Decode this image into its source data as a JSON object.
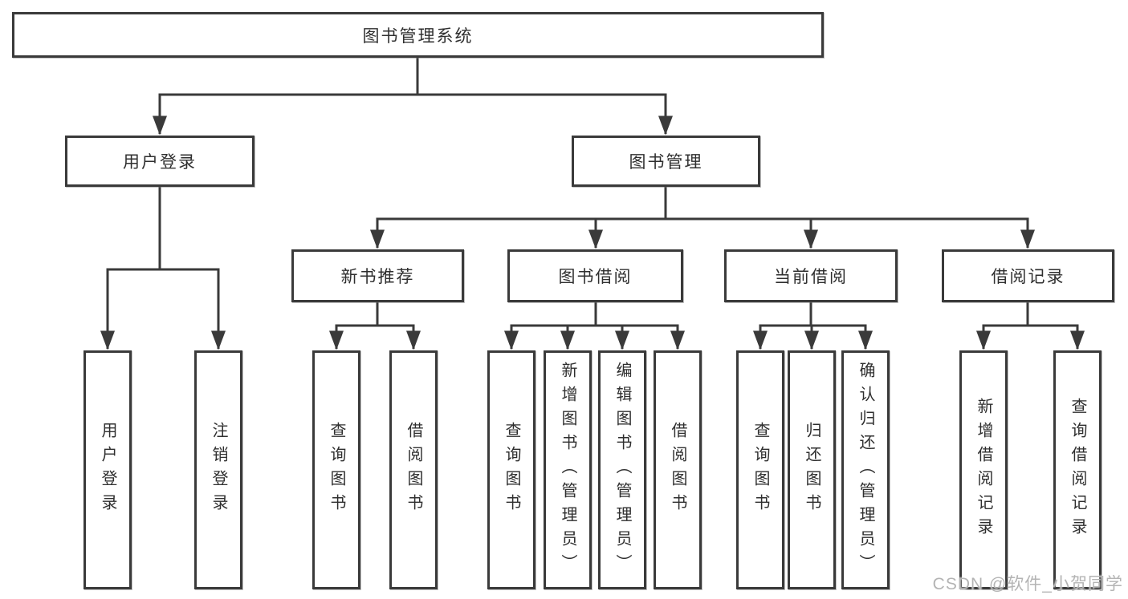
{
  "diagram": {
    "root": "图书管理系统",
    "user_branch": {
      "label": "用户登录",
      "children": [
        "用户登录",
        "注销登录"
      ]
    },
    "book_branch": {
      "label": "图书管理",
      "groups": [
        {
          "label": "新书推荐",
          "children": [
            "查询图书",
            "借阅图书"
          ]
        },
        {
          "label": "图书借阅",
          "children": [
            "查询图书",
            "新增图书（管理员）",
            "编辑图书（管理员）",
            "借阅图书"
          ]
        },
        {
          "label": "当前借阅",
          "children": [
            "查询图书",
            "归还图书",
            "确认归还（管理员）"
          ]
        },
        {
          "label": "借阅记录",
          "children": [
            "新增借阅记录",
            "查询借阅记录"
          ]
        }
      ]
    },
    "watermark": "CSDN @软件_小贺同学",
    "colors": {
      "line": "#3a3a3a",
      "text": "#2f2f2f",
      "watermark": "#b4b4b4",
      "background": "#ffffff"
    }
  }
}
